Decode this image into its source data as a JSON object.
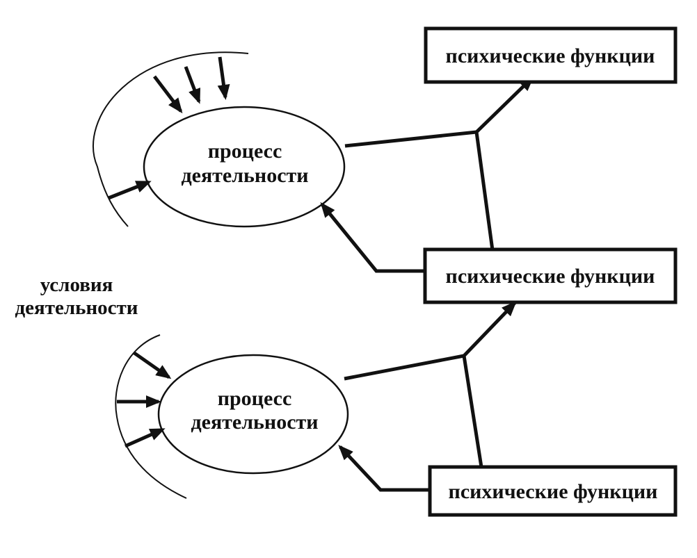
{
  "diagram": {
    "top_box_label": "психические функции",
    "middle_box_label": "психические функции",
    "bottom_box_label": "психические функции",
    "upper_process": {
      "line1": "процесс",
      "line2": "деятельности"
    },
    "lower_process": {
      "line1": "процесс",
      "line2": "деятельности"
    },
    "conditions": {
      "line1": "условия",
      "line2": "деятельности"
    }
  }
}
